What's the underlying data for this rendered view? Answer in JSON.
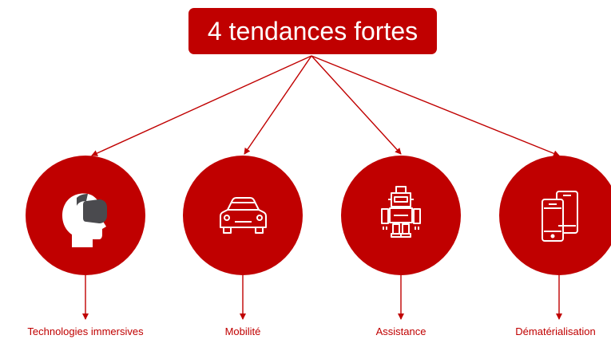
{
  "title": "4 tendances fortes",
  "colors": {
    "accent": "#c00000",
    "icon_stroke": "#ffffff",
    "head_dark": "#4a4a4e"
  },
  "trends": [
    {
      "label": "Technologies immersives",
      "icon": "vr-headset-head-icon"
    },
    {
      "label": "Mobilité",
      "icon": "car-icon"
    },
    {
      "label": "Assistance",
      "icon": "robot-icon"
    },
    {
      "label": "Dématérialisation",
      "icon": "smartphones-icon"
    }
  ]
}
